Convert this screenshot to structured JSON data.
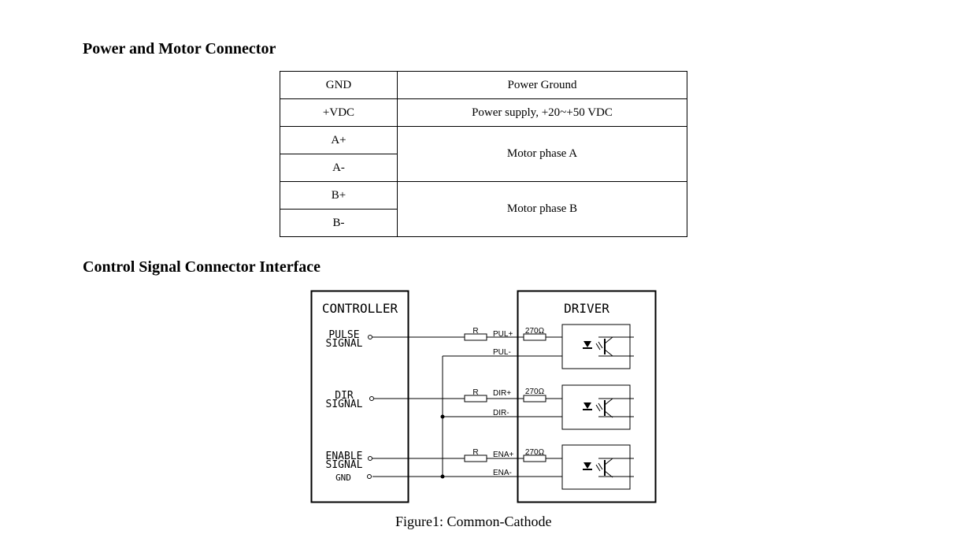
{
  "power_section": {
    "title": "Power and Motor Connector",
    "rows": [
      {
        "pins": [
          "GND"
        ],
        "description": "Power Ground"
      },
      {
        "pins": [
          "+VDC"
        ],
        "description": "Power supply, +20~+50 VDC"
      },
      {
        "pins": [
          "A+",
          "A-"
        ],
        "description": "Motor phase A"
      },
      {
        "pins": [
          "B+",
          "B-"
        ],
        "description": "Motor phase B"
      }
    ]
  },
  "control_section": {
    "title": "Control Signal Connector Interface"
  },
  "diagram": {
    "controller_label": "CONTROLLER",
    "driver_label": "DRIVER",
    "resistor_label": "R",
    "internal_resistor_label": "270Ω",
    "signals": [
      {
        "line1": "PULSE",
        "line2": "SIGNAL",
        "pos": "PUL+",
        "neg": "PUL-"
      },
      {
        "line1": "DIR",
        "line2": "SIGNAL",
        "pos": "DIR+",
        "neg": "DIR-"
      },
      {
        "line1": "ENABLE",
        "line2": "SIGNAL",
        "pos": "ENA+",
        "neg": "ENA-"
      }
    ],
    "gnd_label": "GND"
  },
  "caption": "Figure1: Common-Cathode"
}
